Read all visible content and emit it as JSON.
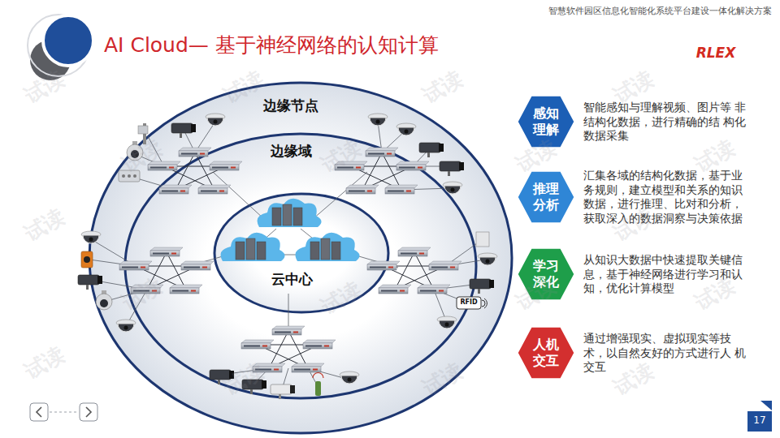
{
  "diagram": {
    "title": "AI Cloud— 基于神经网络的认知计算",
    "nodes": [
      {
        "text": [
          "边缘节点"
        ]
      },
      {
        "text": [
          "边缘域"
        ],
        "in": 0
      },
      {
        "text": [
          "云中心"
        ],
        "in": 1
      },
      {
        "text": [
          "感知 理解",
          "智能感知与理解视频、图片等 非结构化数据，进行精确的结 构化数据采集"
        ]
      },
      {
        "text": [
          "推理 分析",
          "汇集各域的结构化数据，基于业 务规则，建立模型和关系的知识 数据，进行推理、比对和分析， 获取深入的数据洞察与决策依据"
        ]
      },
      {
        "text": [
          "学习 深化",
          "从知识大数据中快速提取关键信 息，基于神经网络进行学习和认 知，优化计算模型"
        ]
      },
      {
        "text": [
          "人机 交互",
          "通过增强现实、虚拟现实等技 术，以自然友好的方式进行人 机交互"
        ]
      }
    ],
    "labels": [
      "智慧软件园区信息化智能化系统平台建设一体化解决方案",
      "RLEX",
      "RFID",
      "17",
      "试读",
      "试读",
      "试读",
      "试读",
      "试读",
      "试读",
      "试读",
      "试读",
      "试读",
      "试读",
      "试读",
      "试读",
      "试读",
      "试读",
      "试读",
      "试读",
      "试读",
      "试读"
    ]
  }
}
